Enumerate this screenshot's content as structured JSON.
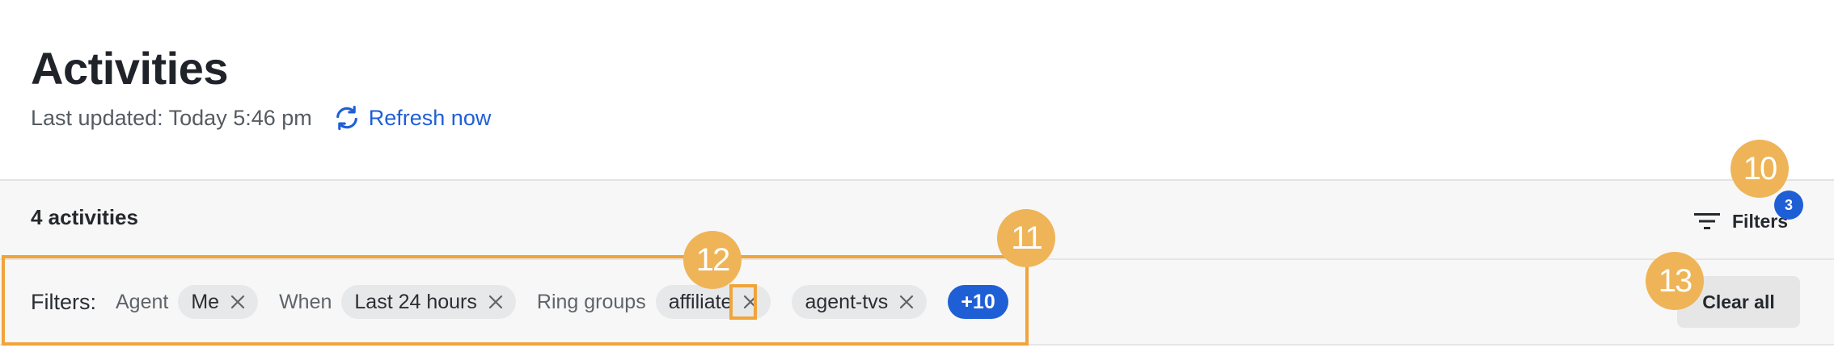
{
  "header": {
    "title": "Activities",
    "last_updated": "Last updated: Today 5:46 pm",
    "refresh_label": "Refresh now"
  },
  "toolbar": {
    "count": "4 activities",
    "filters_label": "Filters",
    "filters_badge": "3"
  },
  "filter_bar": {
    "label": "Filters:",
    "groups": [
      {
        "label": "Agent",
        "chips": [
          "Me"
        ]
      },
      {
        "label": "When",
        "chips": [
          "Last 24 hours"
        ]
      },
      {
        "label": "Ring groups",
        "chips": [
          "affiliate",
          "agent-tvs"
        ]
      }
    ],
    "more_label": "+10",
    "clear_all_label": "Clear all"
  },
  "annotations": {
    "callouts": [
      "10",
      "11",
      "12",
      "13"
    ]
  },
  "colors": {
    "accent": "#1f5fd6",
    "highlight": "#f0a43a",
    "callout": "#efb457"
  }
}
